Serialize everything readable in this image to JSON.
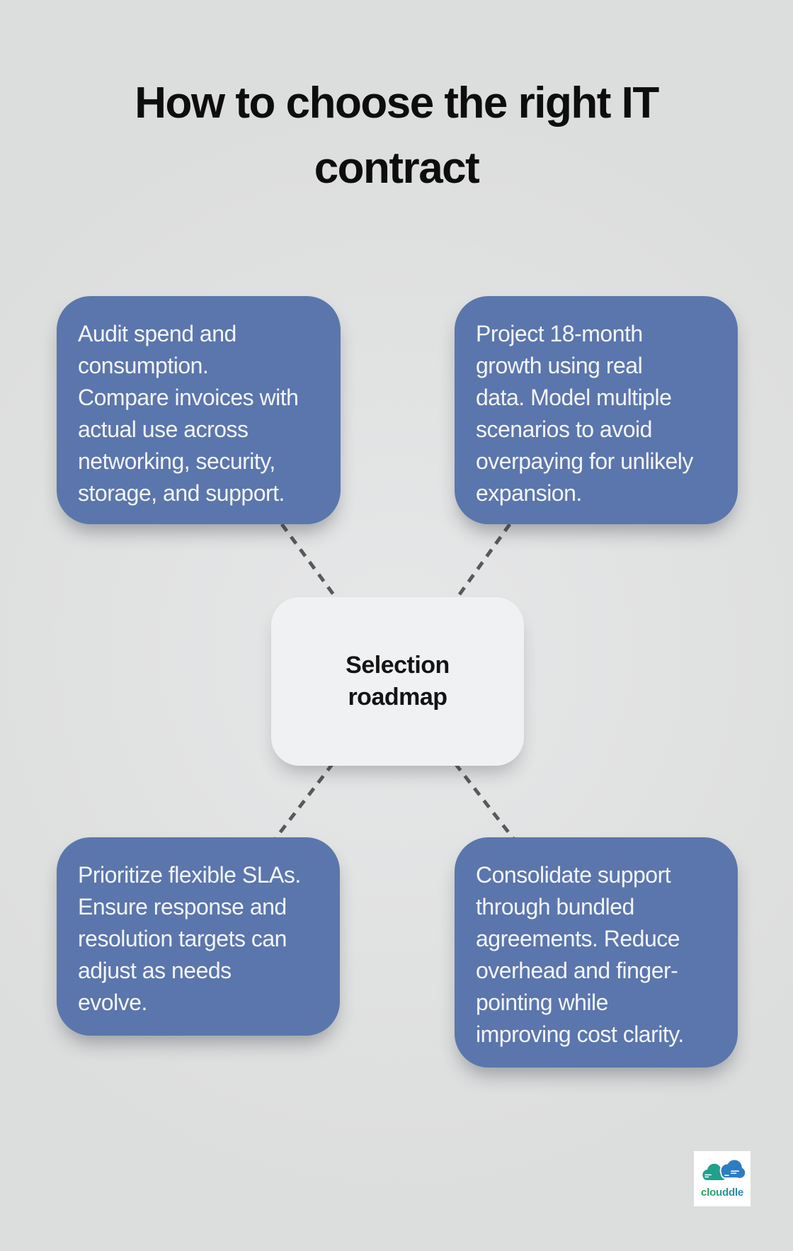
{
  "infographic": {
    "title": "How to choose the right IT\ncontract",
    "center": {
      "label": "Selection\nroadmap"
    },
    "nodes": [
      {
        "id": "top-left",
        "text": "Audit spend and\nconsumption.\nCompare invoices with\nactual use across\nnetworking, security,\nstorage, and support."
      },
      {
        "id": "top-right",
        "text": "Project 18-month\ngrowth using real\ndata. Model multiple\nscenarios to avoid\noverpaying for unlikely\nexpansion."
      },
      {
        "id": "bottom-left",
        "text": "Prioritize flexible SLAs.\nEnsure response and\nresolution targets can\nadjust as needs\nevolve."
      },
      {
        "id": "bottom-right",
        "text": "Consolidate support\nthrough bundled\nagreements. Reduce\noverhead and finger-\npointing while\nimproving cost clarity."
      }
    ],
    "logo": {
      "text": "clouddle"
    },
    "colors": {
      "background": "#dcdddd",
      "node_fill": "#5b76ac",
      "node_text": "#f3f5f8",
      "center_fill": "#f0f1f3",
      "title_text": "#0d0d0d",
      "connector": "#58595b",
      "logo_green": "#27a34c",
      "logo_teal": "#21a08b",
      "logo_blue": "#2e7cc3"
    }
  }
}
